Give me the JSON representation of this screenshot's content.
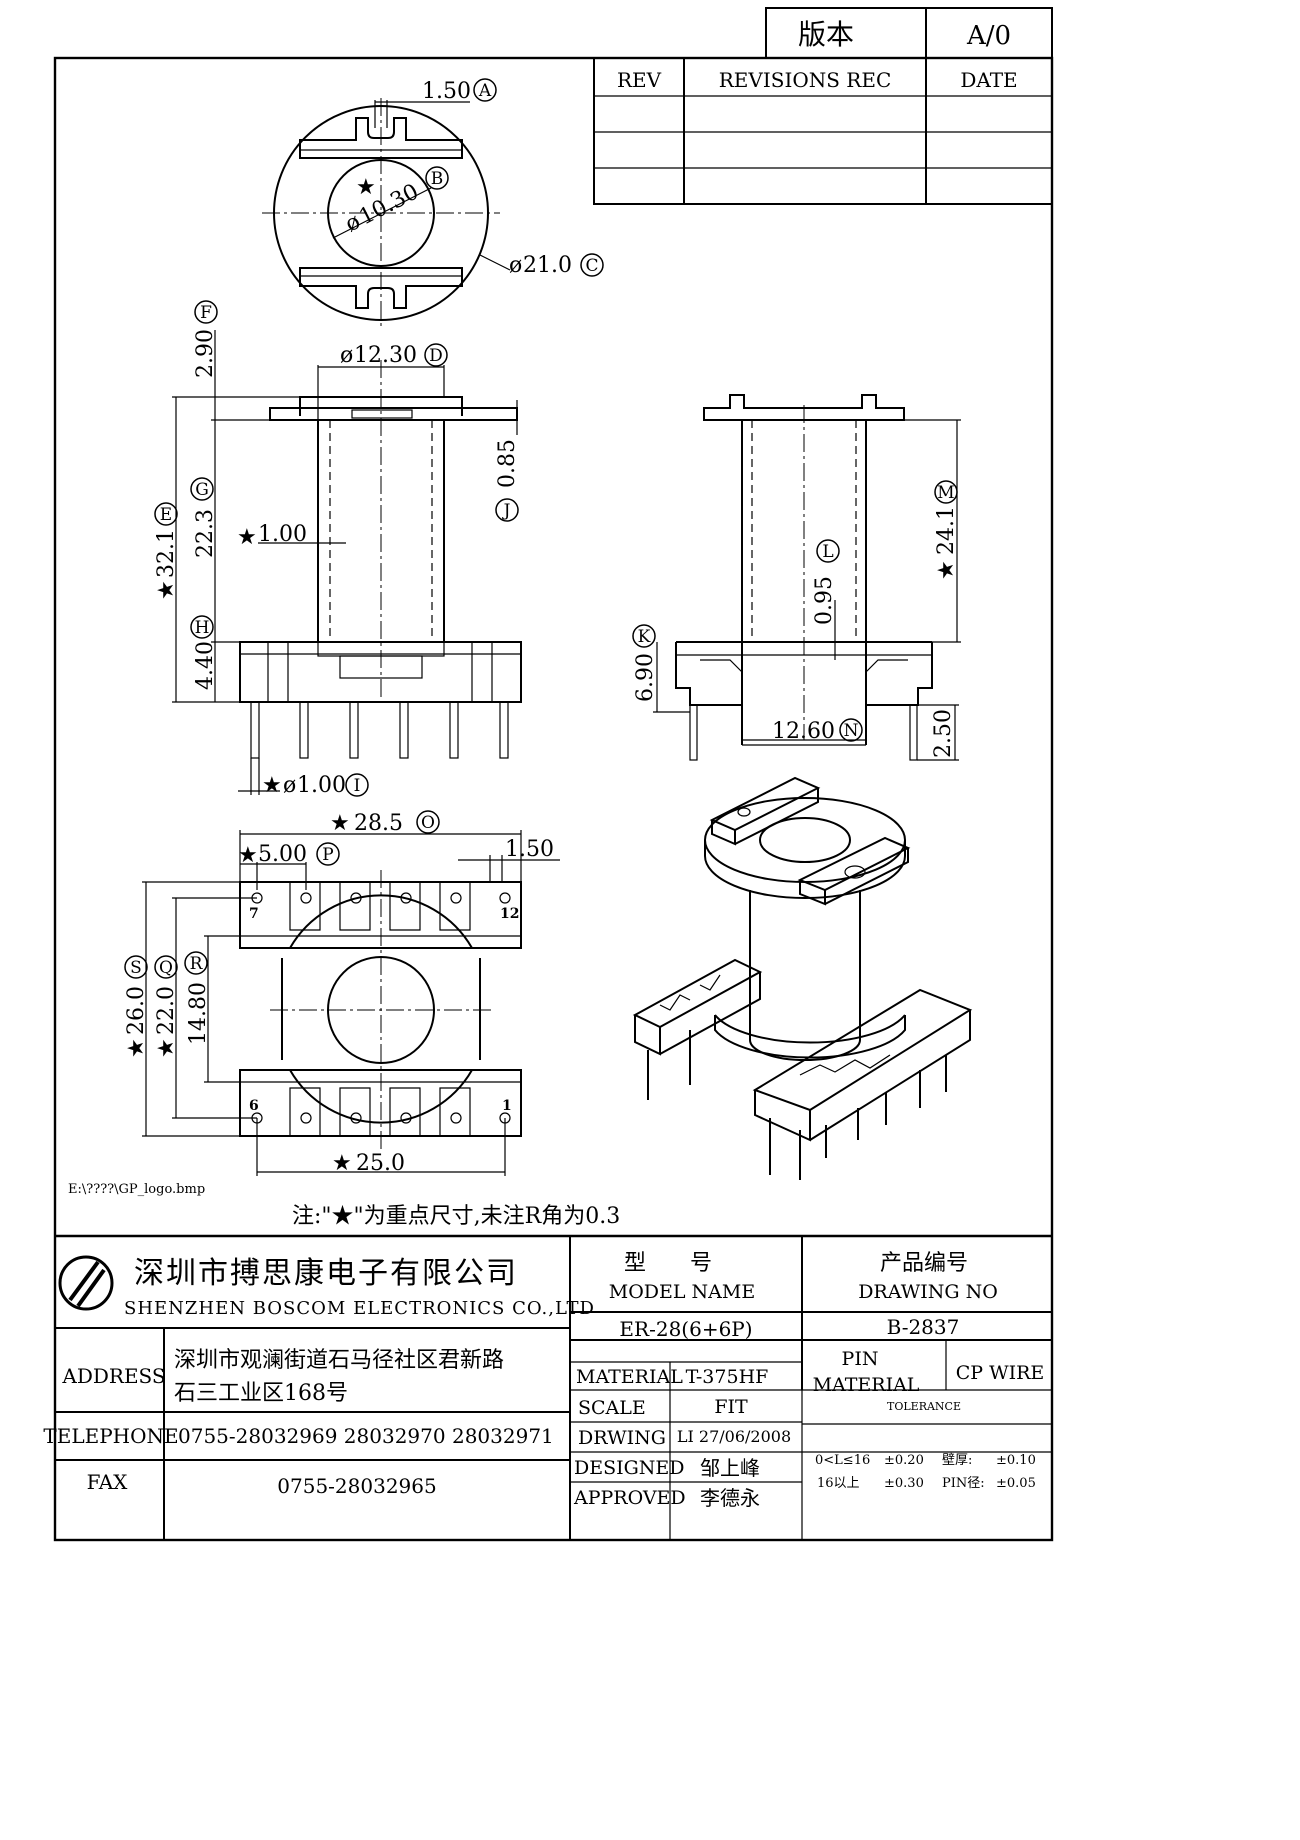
{
  "revision_box": {
    "version_label": "版本",
    "version_value": "A/0"
  },
  "revision_table": {
    "headers": [
      "REV",
      "REVISIONS REC",
      "DATE"
    ]
  },
  "dimensions": {
    "a": "1.50",
    "b": "10.30",
    "c": "21.0",
    "d": "12.30",
    "e": "32.1",
    "f": "2.90",
    "g": "22.3",
    "h": "4.40",
    "i": "1.00",
    "i2": "1.00",
    "j": "0.85",
    "k": "6.90",
    "l": "0.95",
    "m": "24.1",
    "n": "12.60",
    "n2": "2.50",
    "o": "28.5",
    "p": "5.00",
    "p2": "1.50",
    "q": "22.0",
    "r": "14.80",
    "s": "26.0",
    "bottom": "25.0"
  },
  "markers": {
    "a": "A",
    "b": "B",
    "c": "C",
    "d": "D",
    "e": "E",
    "f": "F",
    "g": "G",
    "h": "H",
    "i": "I",
    "j": "J",
    "k": "K",
    "l": "L",
    "m": "M",
    "n": "N",
    "o": "O",
    "p": "P",
    "q": "Q",
    "r": "R",
    "s": "S"
  },
  "symbols": {
    "star": "★",
    "diameter": "ø"
  },
  "pins": {
    "p7": "7",
    "p12": "12",
    "p6": "6",
    "p1": "1"
  },
  "logo_path": "E:\\????\\GP_logo.bmp",
  "note": "注:\"★\"为重点尺寸,未注R角为0.3",
  "title_block": {
    "company_cn": "深圳市搏思康电子有限公司",
    "company_en": "SHENZHEN BOSCOM ELECTRONICS CO.,LTD",
    "model_label_cn": "型　　号",
    "model_label_en": "MODEL NAME",
    "drawing_label_cn": "产品编号",
    "drawing_label_en": "DRAWING NO",
    "model_value": "ER-28(6+6P)",
    "drawing_value": "B-2837",
    "address_label": "ADDRESS",
    "address_line1": "深圳市观澜街道石马径社区君新路",
    "address_line2": "石三工业区168号",
    "telephone_label": "TELEPHONE",
    "telephone_value": "0755-28032969 28032970 28032971",
    "fax_label": "FAX",
    "fax_value": "0755-28032965",
    "material_label": "MATERIAL",
    "material_value": "T-375HF",
    "scale_label": "SCALE",
    "scale_value": "FIT",
    "drwing_label": "DRWING",
    "drwing_value": "LI 27/06/2008",
    "designed_label": "DESIGNED",
    "designed_value": "邹上峰",
    "approved_label": "APPROVED",
    "approved_value": "李德永",
    "pin_material_label1": "PIN",
    "pin_material_label2": "MATERIAL",
    "pin_material_value": "CP WIRE",
    "tolerance_label": "TOLERANCE",
    "tol_row1_range": "0<L≤16",
    "tol_row1_value": "±0.20",
    "tol_row1_label": "壁厚:",
    "tol_row1_value2": "±0.10",
    "tol_row2_range": "16以上",
    "tol_row2_value": "±0.30",
    "tol_row2_label": "PIN径:",
    "tol_row2_value2": "±0.05"
  }
}
